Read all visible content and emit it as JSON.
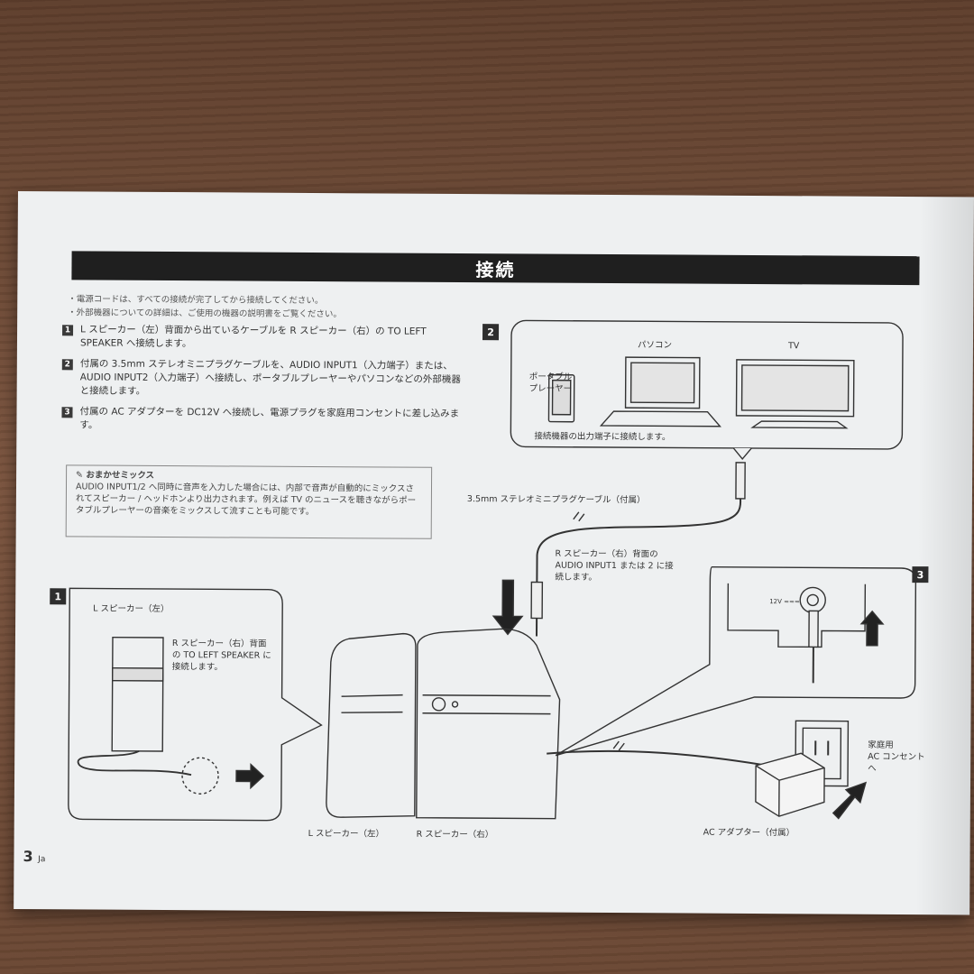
{
  "title": "接続",
  "notes": [
    "・電源コードは、すべての接続が完了してから接続してください。",
    "・外部機器についての詳細は、ご使用の機器の説明書をご覧ください。"
  ],
  "steps": [
    {
      "num": "1",
      "text": "L スピーカー（左）背面から出ているケーブルを R スピーカー（右）の TO LEFT SPEAKER へ接続します。"
    },
    {
      "num": "2",
      "text": "付属の 3.5mm ステレオミニプラグケーブルを、AUDIO INPUT1（入力端子）または、AUDIO INPUT2（入力端子）へ接続し、ポータブルプレーヤーやパソコンなどの外部機器と接続します。"
    },
    {
      "num": "3",
      "text": "付属の AC アダプターを DC12V へ接続し、電源プラグを家庭用コンセントに差し込みます。"
    }
  ],
  "mix": {
    "title": "おまかせミックス",
    "text": "AUDIO INPUT1/2 へ同時に音声を入力した場合には、内部で音声が自動的にミックスされてスピーカー / ヘッドホンより出力されます。例えば TV のニュースを聴きながらポータブルプレーヤーの音楽をミックスして流すことも可能です。"
  },
  "panel2": {
    "badge": "2",
    "portable": "ポータブル\nプレーヤー",
    "pc": "パソコン",
    "tv": "TV",
    "caption": "接続機器の出力端子に接続します。"
  },
  "cable_label": "3.5mm ステレオミニプラグケーブル（付属）",
  "input_label": "R スピーカー（右）背面の AUDIO INPUT1 または 2 に接続します。",
  "panel1": {
    "badge": "1",
    "title": "L スピーカー（左）",
    "note": "R スピーカー（右）背面の TO LEFT SPEAKER に接続します。"
  },
  "panel3": {
    "badge": "3",
    "dc_label": "12V ==="
  },
  "outlet_label": "家庭用\nAC コンセントへ",
  "adapter_label": "AC アダプター（付属）",
  "l_speaker_label": "L スピーカー（左）",
  "r_speaker_label": "R スピーカー（右）",
  "page_number": "3",
  "page_lang": "Ja"
}
